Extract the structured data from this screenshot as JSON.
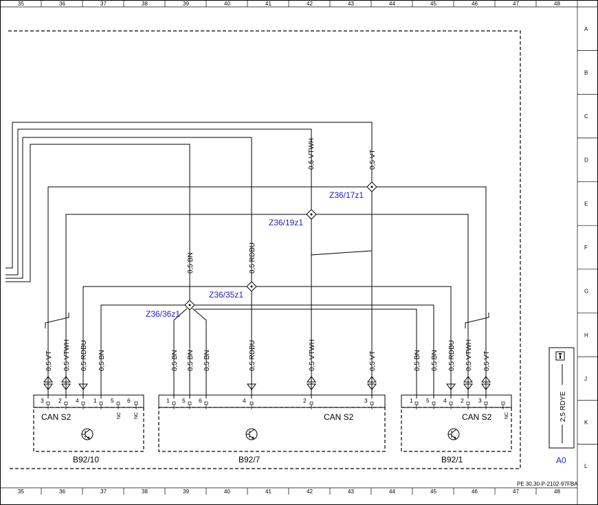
{
  "grid": {
    "columns": [
      "35",
      "36",
      "37",
      "38",
      "39",
      "40",
      "41",
      "42",
      "43",
      "44",
      "45",
      "46",
      "47",
      "48"
    ],
    "rows": [
      "A",
      "B",
      "C",
      "D",
      "E",
      "F",
      "G",
      "H",
      "J",
      "K",
      "L"
    ]
  },
  "splices": {
    "z36_17z1": "Z36/17z1",
    "z36_19z1": "Z36/19z1",
    "z36_35z1": "Z36/35z1",
    "z36_36z1": "Z36/36z1"
  },
  "top_wires": {
    "bn": "0,5 BN",
    "rdbu": "0,5 RDBU",
    "vtwh": "0,5 VTWH",
    "vt": "0,5 VT"
  },
  "b92_10": {
    "label": "B92/10",
    "can": "CAN S2",
    "pins": [
      "3",
      "2",
      "4",
      "1",
      "5",
      "6"
    ],
    "wires": [
      "0,5 VT",
      "0,5 VTWH",
      "0,5 RDBU",
      "0,5 BN"
    ],
    "nc": "NC"
  },
  "b92_7": {
    "label": "B92/7",
    "can": "CAN S2",
    "pins": [
      "1",
      "5",
      "6",
      "4",
      "2",
      "3"
    ],
    "wires": [
      "0,5 BN",
      "0,5 BN",
      "0,5 BN",
      "0,5 RDBU",
      "0,5 VTWH",
      "0,5 VT"
    ]
  },
  "b92_1": {
    "label": "B92/1",
    "can": "CAN S2",
    "pins": [
      "1",
      "5",
      "4",
      "2",
      "3"
    ],
    "wires": [
      "0,5 BN",
      "0,5 BN",
      "0,5 RDBU",
      "0,5 VTWH",
      "0,5 VT"
    ],
    "nc": "NC"
  },
  "legend": {
    "info_icon": "info-icon",
    "wire": "2,5 RDYE",
    "label": "A0"
  },
  "document_code": "PE 30.30-P-2102-97FBA",
  "colors": {
    "line": "#000000",
    "splice_label": "#1c1ccc",
    "background": "#ffffff"
  }
}
